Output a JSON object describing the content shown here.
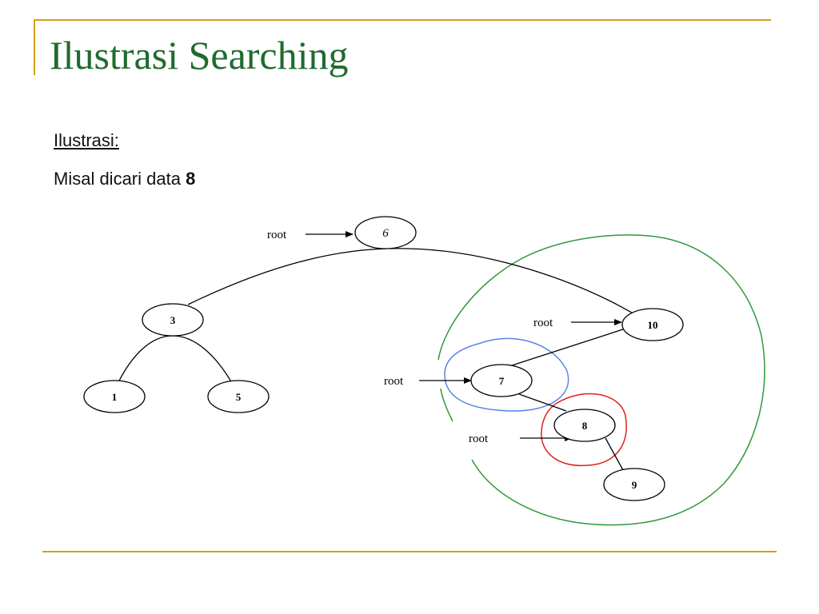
{
  "slide": {
    "title": "Ilustrasi Searching",
    "subheading": "Ilustrasi:",
    "caption_prefix": "Misal dicari data ",
    "caption_value": "8"
  },
  "tree": {
    "nodes": {
      "n6": "6",
      "n3": "3",
      "n10": "10",
      "n1": "1",
      "n5": "5",
      "n7": "7",
      "n8": "8",
      "n9": "9"
    },
    "pointer_labels": {
      "root_6": "root",
      "root_10": "root",
      "root_7": "root",
      "root_8": "root"
    },
    "highlight_colors": {
      "subtree_10": "#2e9a3a",
      "subtree_7": "#5b84e6",
      "subtree_8": "#e02020"
    },
    "accent_color": "#d4a017",
    "title_color": "#1f6b2e"
  }
}
